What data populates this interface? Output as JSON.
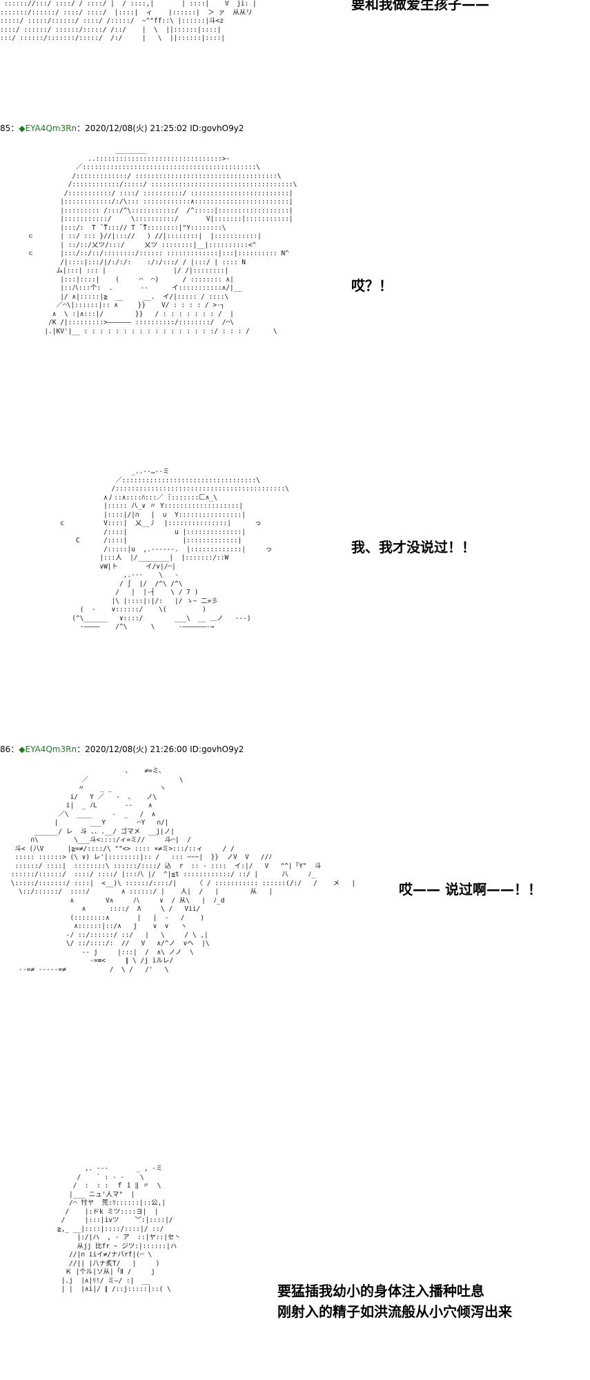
{
  "posts": [
    {
      "number": "85",
      "trip": "◆EYA4Qm3Rn",
      "meta": "2020/12/08(火) 21:25:02 ID:govhO9y2"
    },
    {
      "number": "86",
      "trip": "◆EYA4Qm3Rn",
      "meta": "2020/12/08(火) 21:26:00 ID:govhO9y2"
    }
  ],
  "dialogue": {
    "line1": "要和我做爱生孩子——",
    "line2": "哎？！",
    "line3": "我、我才没说过！！",
    "line4": "哎—— 说过啊——！！",
    "line5a": "要猛插我幼小的身体注入播种吐息",
    "line5b": "刚射入的精子如洪流般从小穴倾泻出来"
  },
  "art": {
    "a1": " :::::://:::/ ::::/ / ::::/ |  / ::::,|       | ::::|    V  ji: |\n:::::::/::::::/ ::::/ ::::/  |::::|  ィ    |::::::|  ＞ ァ  从从リ\n:::::/ :::::/::::::/ ::::/ /:::::/  ~^\"ff::\\ |::::::|斗<z\n::::/ ::::::/ ::::::/:::::/ /::/    |  \\  ||::::::|::::|\n:::/ ::::::/:::::::/:::::/  /:/     |   \\  ||::::::|::::|",
    "a2": "                        ________\n                 ..::::::::::::::::::::::::::::::::>-\n              ／::::::::::::::::::::::::::::::::::::::::::::\\\n             /:::::::::::::/ ::::::::::::::::::::::::::::::::::::\\\n            /::::::::::::/:::::/ ::::::::::::::::::::::::::::::::::::\\\n           /:::::::::::/ ::::/ ::::::::::/ :::::::::::::::::::::::::|\n          |::::::::::::/:/\\::: ::::::::::::∧::::::::::::::::::::::::|\n          |::::::::: /:::/^\\:::::::::::/  /^:::::|::::::::::::::::::|\n          |:::::::::::/     \\::::::::::/       V|:::::::|:::::::::::|\n          |:::/:  T ̄ ̄T:::// T ̄ ̄T::::::::|\"Y::::::::\\\n  ⊂       | ::/ ::: }//|::://   ) //|::::::::|  |:::::::::::|\n          | ::/::/乂ツ/:::/     乂ツ ::::::::|__|::::::::::<^\n  ⊂       |:::/::/::/::::::::/:::::: :::::::::::::|:::|:::::::::: N^\n          /|::::|:::/|/:/:/:    :/:/:::/ / |:::/ | :::: N\n         ム|:::| ::: |                 |/ /|::::::::|\n          |:::|::::|    (     ⌒  ⌒)      / :::::::: ∧|\n          |::八:::个:  .       ‐‐      イ:::::::::::∧/|__\n          |/ ∧|:::::|≧  __     __.  イ/|::::: / ::::\\\n         ／⌒\\|::::::|:: ∧     }}    V/ : : : : / >‐┐\n        ∧  \\ :|∧:::|/        }}   / : : : : : : : /  |\n       /K /|:::::::::>―――――― ::::::::::/::::::::/  /⌒\\\n      |.|KV'|__ : : : : : : : : : : : : : : : : :/ : : : /      \\",
    "a3": "                     _..-‐…‐-ミ\n                 ／::::::::::::::::::::::::::::::::::\\\n                /:::::::::::::::::::::::::::::::::::::::::::\\\n              ∧丿::∧::::ﾊ:::／ ̄::::::::匚∧_\\\n              |::::: 八_∨ 〃 Y:::::::::::::::::::|\n              |::::|/|∩   |  ∪  Y::::::::::::::::|\n   c          V::::|  乂__丿  |:::::::::::::::|      っ\n              /::::|            u |::::::::::::::|\n       C      /::::|              |:::::::::::::|\n              /:::::|u  ,.--‐‐‐-.  |:::::::::::::|     っ\n             |:::人  |/________|  |:::::::/::W\n             ∨W|ト       イ/∨|/⌒|\n                   ,.‐‐‐    \\   ‐\n                  / ∫  |/  /^\\ /^\\\n                 /   |  |‐┤    \\ / 7 )\n                |\\ |::::|:|/:   |/ ゝ~ 二=彡\n        (  ‐    ∨::::::/    \\(         )\n      (^\\______   ∨::::/        ___\\  __ ＿ノ   ‐‐‐)\n        ‐――――    /^\\      \\      ‐――――――‐→",
    "a4": "                              ､    ≠=ミ､\n                   ／                       \\\n                  〃    _ _            ヽ\n                i/   Y ／   ‐  、   ノ\\\n               i|  _ ﾉL       ‐‐    ∧\n             ／\\  ____     ‐  _   /  ∧\n            |        ___Y        ⌒Y   ∩/|\n       ______/ レ  斗 、、.__/ ゴマメ  __j|ノ|\n      ∩\\         \\___斗<::::/ィ=ミ//     斗⌒|  /\n  斗< (八V      |≧=≠/::::/\\ \"\"<> :::: ×≠ミ>:::/::ィ     / /\n  ::::: ::::::> (\\ ∨) レ'|::::::::|:: /   ::: ~~~|  }}  ノV  V   //ﾉ\n  ::::::/ ::::|  ::::::::\\ ::::::/::::/ 込  r  :: ‐ ::::  イ:|/   V   \"^|「Y\"  斗\n ::::::/::::::/  ::::/ ::::/ |:::八 |/  ^|≦t ::::::::::::/ ::/ |      八     ﾉ_\n \\:::::/:::::::/ ::::|  <__)\\ ::::::/::::/|     〈 / ::::::::::: ::::::(/:/   /    メ   |\n   \\::/::::::/  ::::/        ∧ ::::::/ |    人|  /   |        从   |\n                ∧        V∧     八     ∨  / 从\\   |  ﾉ_d\n                   ∧      ::::/  Λ     \\ /   Vii/\n                (::::::::∧       |   |  ‐   /    )\n                 ∧::::::|::/∧   j    ∨  ∨   ヽ\n               ‐/ ::/::::::/ ::/   |   \\     / \\ ,|\n               \\/ ::/::::/:  //   V   ∧/^ノ  ∨ヘ  |\\\n                   ‐‐ j     |:::|  /  ∧\\ ノノ  \\\n                     ‐=≡<     ∥ \\ /j iルレ/\n   ‐‐=≠ ‐‐‐‐‐=≠           /  \\ /   /'   \\",
    "a5": "           ,. ‐‐‐       _ , ‐ミ\n         /    ` : ‐ ‐    \\\n        /  :  : :  ｆ ǐ ‖ 〃  \\\n       |___ ニュ'人マ\"  |\n       /⌒ 忖ヤ  荒:ﾘ::::::|::公,|\n      /    |:ドk ミツ::::ヨ|  |\n     /     |:::|ivツ    ﹀:|::::|/\n    ≧,_ __|::::|::::/::::|/ ::/\n         |:/|ハ  , ‐ ア  ::|ヤ::|セ丶\n         从jj 比fr ~ ジツ:|::::::|ハ\n       //|∩ iiイ≠/ナバrf|(⌒ \\\n       //|| |八ナ炙T/   |     )\n      Ｋ |个ル|ソ从|「Ⅱ /     j\n     |.j  |∧|ﾘ!/ ミ―/ :|  __\n     | |  |∧i|/ ∥ /::j:::::|::( \\"
  }
}
